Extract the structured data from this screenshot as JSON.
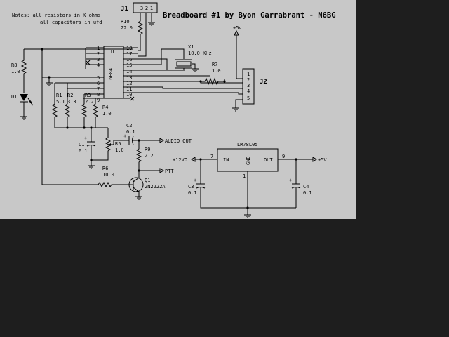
{
  "title": "Breadboard #1 by Byon Garrabrant - N6BG",
  "notes": [
    "Notes: all resistors in K ohms",
    "all capacitors in ufd"
  ],
  "connectors": {
    "j1": {
      "ref": "J1",
      "pins": [
        "3",
        "2",
        "1"
      ]
    },
    "j2": {
      "ref": "J2",
      "pins": [
        "1",
        "2",
        "3",
        "4",
        "5"
      ]
    }
  },
  "ic": {
    "ref": "U",
    "part": "16F84",
    "left_pins": [
      "1",
      "2",
      "3",
      "4",
      "5",
      "6",
      "7",
      "8",
      "9"
    ],
    "right_pins": [
      "18",
      "17",
      "16",
      "15",
      "14",
      "13",
      "12",
      "11",
      "10"
    ]
  },
  "regulator": {
    "part": "LM78L05",
    "pin_in": "IN",
    "pin_gnd": "GND",
    "pin_out": "OUT",
    "num_in": "7",
    "num_gnd": "1",
    "num_out": "9"
  },
  "components": {
    "r10": {
      "ref": "R10",
      "value": "22.0"
    },
    "x1": {
      "ref": "X1",
      "value": "10.0 KHz"
    },
    "r7": {
      "ref": "R7",
      "value": "1.0"
    },
    "r8": {
      "ref": "R8",
      "value": "1.0"
    },
    "d1": {
      "ref": "D1"
    },
    "r1": {
      "ref": "R1",
      "value": "5.1"
    },
    "r2": {
      "ref": "R2",
      "value": "3.3"
    },
    "r3": {
      "ref": "R3",
      "value": "2.2"
    },
    "r4": {
      "ref": "R4",
      "value": "1.0"
    },
    "c1": {
      "ref": "C1",
      "value": "0.1"
    },
    "r5": {
      "ref": "R5",
      "value": "1.0"
    },
    "c2": {
      "ref": "C2",
      "value": "0.1"
    },
    "r9": {
      "ref": "R9",
      "value": "2.2"
    },
    "r6": {
      "ref": "R6",
      "value": "10.0"
    },
    "q1": {
      "ref": "Q1",
      "value": "2N2222A"
    },
    "c3": {
      "ref": "C3",
      "value": "0.1"
    },
    "c4": {
      "ref": "C4",
      "value": "0.1"
    }
  },
  "net_labels": {
    "vcc_top": "+5v",
    "audio_out": "AUDIO OUT",
    "ptt": "PTT",
    "input": "+12VO",
    "output": "+5V"
  },
  "polarity_mark": "+"
}
